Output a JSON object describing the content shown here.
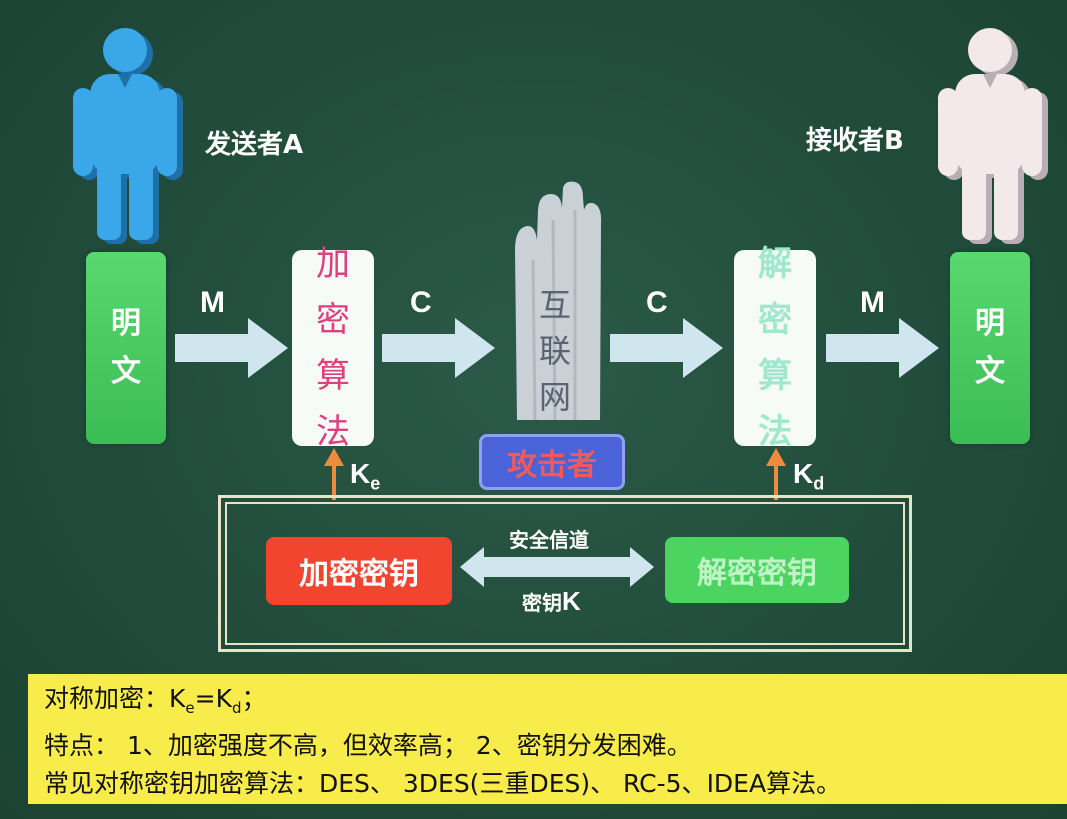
{
  "sender": {
    "label": "发送者A"
  },
  "receiver": {
    "label": "接收者B"
  },
  "plaintext_left": {
    "line1": "明",
    "line2": "文"
  },
  "plaintext_right": {
    "line1": "明",
    "line2": "文"
  },
  "encrypt_algo": {
    "chars": [
      "加",
      "密",
      "算",
      "法"
    ]
  },
  "decrypt_algo": {
    "chars": [
      "解",
      "密",
      "算",
      "法"
    ]
  },
  "internet": {
    "chars": [
      "互",
      "联",
      "网"
    ]
  },
  "attacker": {
    "label": "攻击者"
  },
  "arrows": {
    "m1": "M",
    "c1": "C",
    "c2": "C",
    "m2": "M"
  },
  "keys": {
    "ke_main": "K",
    "ke_sub": "e",
    "kd_main": "K",
    "kd_sub": "d",
    "encrypt_key": "加密密钥",
    "decrypt_key": "解密密钥",
    "channel_top": "安全信道",
    "channel_bottom_text": "密钥",
    "channel_bottom_k": "K"
  },
  "notes": {
    "line1_prefix": "对称加密：K",
    "line1_sub1": "e",
    "line1_mid": "=K",
    "line1_sub2": "d",
    "line1_end": "；",
    "line2": "特点： 1、加密强度不高，但效率高； 2、密钥分发困难。",
    "line3": "常见对称密钥加密算法：DES、 3DES(三重DES)、 RC-5、IDEA算法。"
  },
  "colors": {
    "background": "#214c3b",
    "sender_figure": "#3aa7e8",
    "receiver_figure": "#f3e8ea",
    "plaintext_box": "#48c95e",
    "encrypt_text": "#e0407a",
    "decrypt_text": "#9fe8cf",
    "arrow": "#cfe6ef",
    "key_arrow": "#f08a3c",
    "encrypt_key_box": "#f2452f",
    "decrypt_key_box": "#4cd460",
    "attacker_box": "#4a63d8",
    "attacker_text": "#f25a5a",
    "notes_panel": "#f7ec4a"
  }
}
